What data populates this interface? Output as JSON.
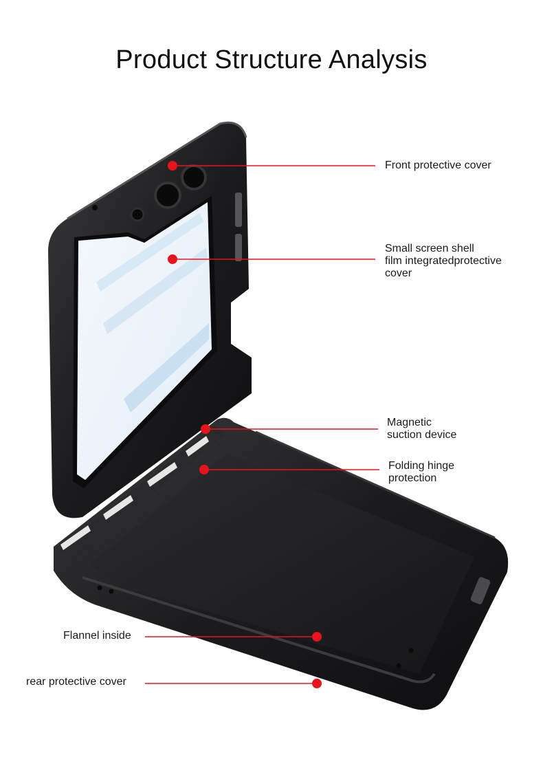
{
  "title": "Product Structure Analysis",
  "accent_color": "#e8141c",
  "case_color": "#1c1c1e",
  "callouts": [
    {
      "id": "front-protective-cover",
      "lines": [
        "Front protective cover"
      ]
    },
    {
      "id": "small-screen-shell-film",
      "lines": [
        "Small screen shell",
        "film integratedprotective",
        "cover"
      ]
    },
    {
      "id": "magnetic-suction-device",
      "lines": [
        "Magnetic",
        "suction device"
      ]
    },
    {
      "id": "folding-hinge-protection",
      "lines": [
        "Folding hinge",
        "protection"
      ]
    },
    {
      "id": "flannel-inside",
      "lines": [
        "Flannel inside"
      ]
    },
    {
      "id": "rear-protective-cover",
      "lines": [
        "rear protective cover"
      ]
    }
  ]
}
